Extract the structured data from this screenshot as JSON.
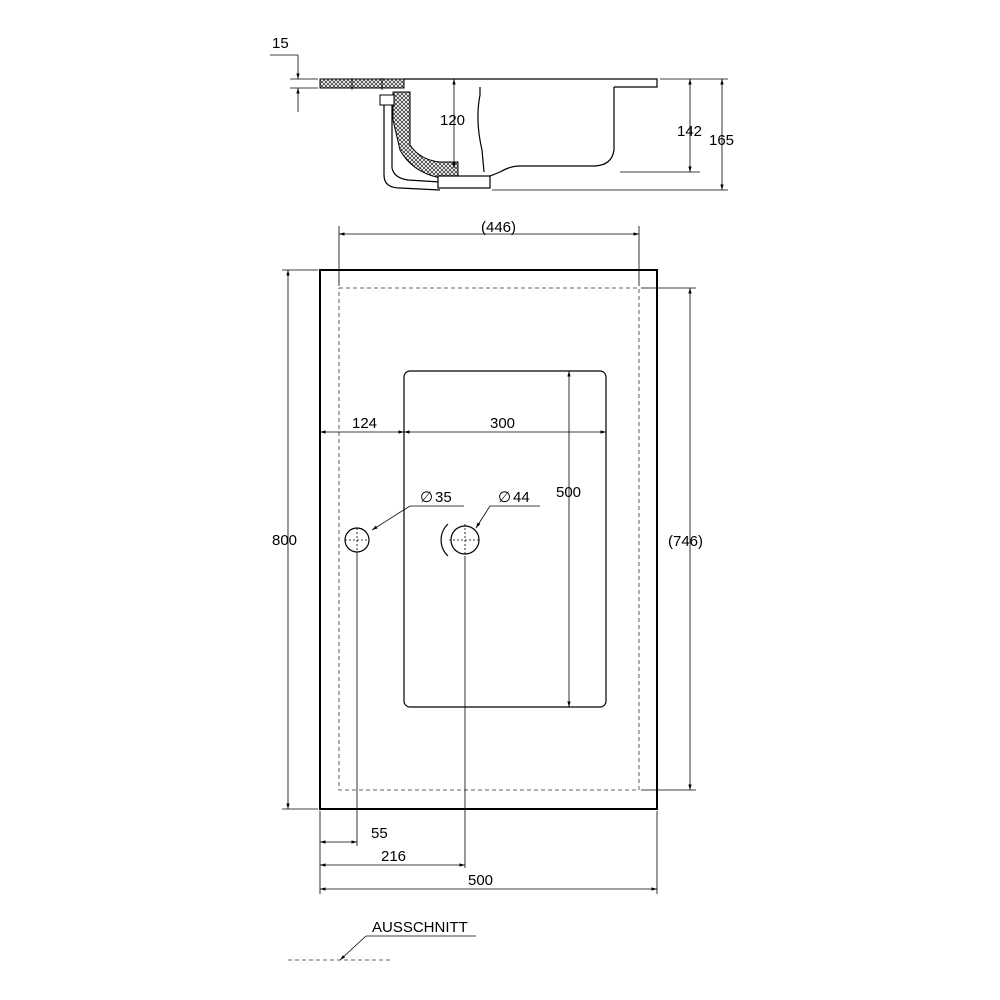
{
  "section_view": {
    "dims": {
      "thickness": "15",
      "bowl_depth": "120",
      "depth_142": "142",
      "depth_165": "165"
    }
  },
  "plan_view": {
    "dims": {
      "cutout_width": "(446)",
      "total_depth": "800",
      "cutout_depth": "(746)",
      "bowl_offset": "124",
      "bowl_width": "300",
      "bowl_depth": "500",
      "hole_small": "35",
      "hole_large": "44",
      "hole_small_offset": "55",
      "hole_large_offset": "216",
      "total_width": "500"
    },
    "diameter_symbol": "∅"
  },
  "legend": {
    "label": "AUSSCHNITT"
  }
}
